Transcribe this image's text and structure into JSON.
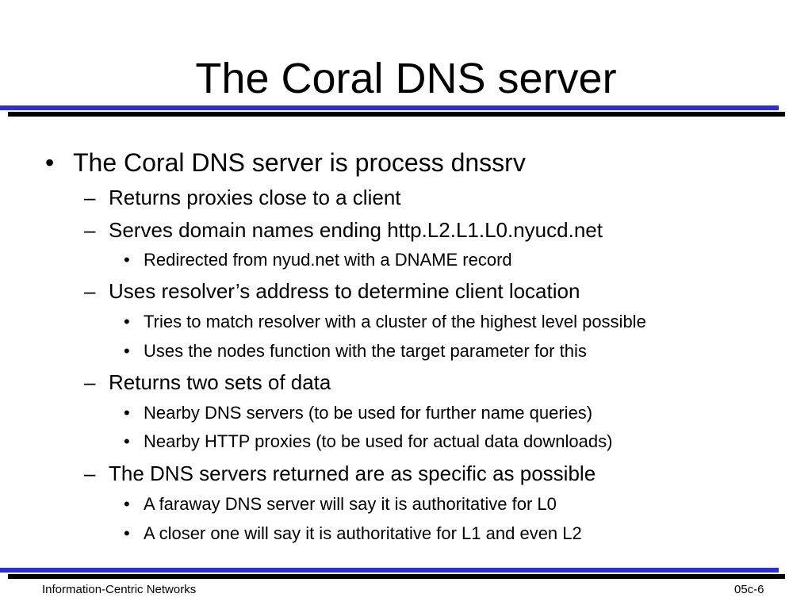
{
  "slide": {
    "title": "The Coral DNS server",
    "bullets": [
      {
        "level": 1,
        "marker": "•",
        "text": "The Coral DNS server is process dnssrv"
      },
      {
        "level": 2,
        "marker": "–",
        "text": "Returns proxies close to a client"
      },
      {
        "level": 2,
        "marker": "–",
        "text": "Serves domain names ending http.L2.L1.L0.nyucd.net"
      },
      {
        "level": 3,
        "marker": "•",
        "text": "Redirected from nyud.net with a DNAME record"
      },
      {
        "level": 2,
        "marker": "–",
        "text": "Uses resolver’s address to determine client location"
      },
      {
        "level": 3,
        "marker": "•",
        "text": "Tries to match resolver with a cluster of the highest level possible"
      },
      {
        "level": 3,
        "marker": "•",
        "text": "Uses the nodes function with the target parameter for this"
      },
      {
        "level": 2,
        "marker": "–",
        "text": "Returns two sets of data"
      },
      {
        "level": 3,
        "marker": "•",
        "text": "Nearby DNS servers (to be used for further name queries)"
      },
      {
        "level": 3,
        "marker": "•",
        "text": "Nearby HTTP proxies (to be used for actual data downloads)"
      },
      {
        "level": 2,
        "marker": "–",
        "text": "The DNS servers returned are as specific as possible"
      },
      {
        "level": 3,
        "marker": "•",
        "text": "A faraway DNS server will say it is authoritative for L0"
      },
      {
        "level": 3,
        "marker": "•",
        "text": "A closer one will say it is authoritative for L1 and even L2"
      }
    ],
    "footer": {
      "left": "Information-Centric Networks",
      "right": "05c-6"
    },
    "colors": {
      "rule_blue": "#2e2ed6",
      "rule_black": "#000000",
      "background": "#ffffff",
      "text": "#000000"
    }
  }
}
